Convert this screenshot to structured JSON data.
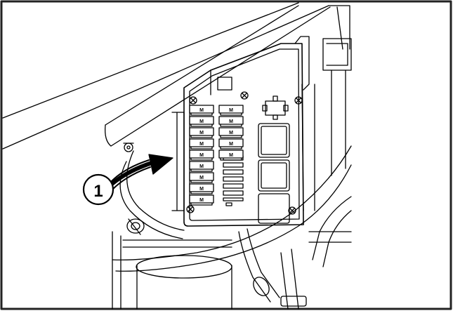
{
  "illustration": {
    "callout_number": "1",
    "fuse_rows": [
      {
        "left": "M",
        "right": "M"
      },
      {
        "left": "M",
        "right": "M"
      },
      {
        "left": "M",
        "right": "M"
      },
      {
        "left": "M",
        "right": "M"
      },
      {
        "left": "M",
        "right": "M"
      },
      {
        "left": "M",
        "right": ""
      },
      {
        "left": "M",
        "right": ""
      },
      {
        "left": "M",
        "right": ""
      },
      {
        "left": "M",
        "right": ""
      }
    ],
    "colors": {
      "line": "#000000",
      "paper": "#ffffff",
      "frame": "#222222"
    }
  }
}
